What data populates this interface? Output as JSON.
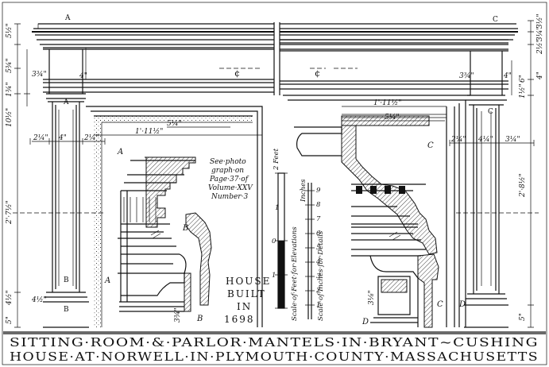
{
  "title": {
    "line1": "SITTING·ROOM·&·PARLOR·MANTELS·IN·BRYANT~CUSHING",
    "line2": "HOUSE·AT·NORWELL·IN·PLYMOUTH·COUNTY·MASSACHUSETTS"
  },
  "house_note": {
    "line1": "HOUSE",
    "line2": "BUILT",
    "line3": "IN",
    "line4": "1698"
  },
  "photo_note": [
    "See·photo",
    "graph·on",
    "Page·37·of",
    "Volume·XXV",
    "Number·3"
  ],
  "scale_feet": {
    "label": "Scale·of·Feet·for·Elevations",
    "unit": "2 Feet",
    "ticks": [
      "1",
      "0",
      "1"
    ]
  },
  "scale_inches": {
    "label": "Scale·of·Inches·for·Details",
    "unit": "Inches",
    "ticks": [
      "1",
      "2",
      "3",
      "4",
      "5",
      "6",
      "7",
      "8",
      "9"
    ]
  },
  "section_letters": {
    "a_top": "A",
    "a_pilaster": "A",
    "a_detail": "A",
    "a_lower": "A",
    "b_pilaster": "B",
    "b_base": "B",
    "b_detail": "B",
    "b_lower": "B",
    "c_top": "C",
    "c_pilaster": "C",
    "c_detail": "C",
    "c_lower": "C",
    "d_detail": "D",
    "d_lower": "D"
  },
  "dimensions": {
    "left": {
      "cornice": "5½\"",
      "frieze_a": "3¾\"",
      "frieze_b": "4\"",
      "frieze_c": "1¾\"",
      "frieze_d": "5¾\"",
      "cap_height": "10½\"",
      "pil_left": "2¼\"",
      "pil_width": "4\"",
      "pil_right": "2¼\"",
      "opening_width": "1'·11½\"",
      "opening_top": "5¼\"",
      "overall_height": "2'·7½\"",
      "base_a": "4½\"",
      "base_b": "5\"",
      "base_c": "4½\"",
      "detail_small": "3¾\""
    },
    "right": {
      "cornice_a": "3½\"",
      "cornice_b": "3¼\"",
      "cornice_c": "2½\"",
      "frieze_a": "3¾\"",
      "frieze_b": "4\"",
      "frieze_c": "6\"",
      "frieze_d": "4\"",
      "frieze_e": "1½\"",
      "opening_width": "1'·11½\"",
      "opening_top": "5¼\"",
      "pil_left": "2¼\"",
      "pil_width": "4¼\"",
      "pil_right": "3¼\"",
      "overall_height": "2'·8½\"",
      "base": "5\"",
      "detail_small": "3⅛\""
    }
  },
  "centerline": {
    "left": "¢",
    "right": "¢"
  }
}
